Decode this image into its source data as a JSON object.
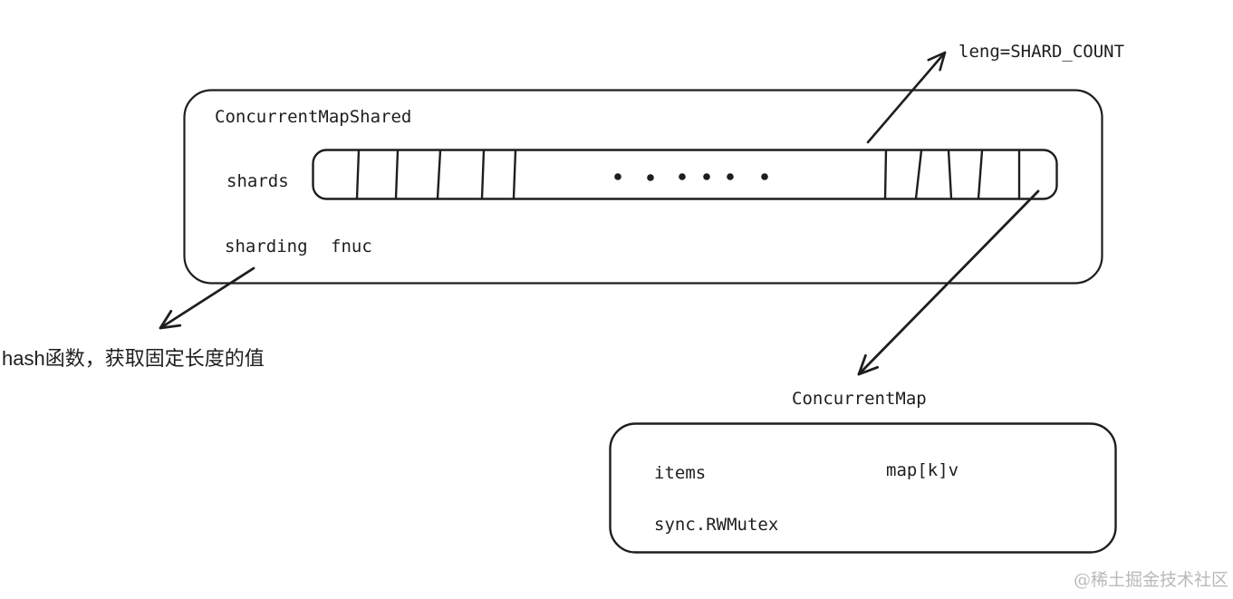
{
  "colors": {
    "stroke": "#1e1e1e",
    "watermark": "#b9b9b9",
    "background": "#ffffff"
  },
  "shared_box": {
    "title": "ConcurrentMapShared",
    "shards_label": "shards",
    "sharding_label": "sharding",
    "fnuc_label": "fnuc"
  },
  "annotations": {
    "leng_label": "leng=SHARD_COUNT",
    "hash_note": "hash函数，获取固定长度的值"
  },
  "map_box": {
    "title": "ConcurrentMap",
    "items_label": "items",
    "items_type": "map[k]v",
    "mutex_label": "sync.RWMutex"
  },
  "watermark": "@稀土掘金技术社区"
}
